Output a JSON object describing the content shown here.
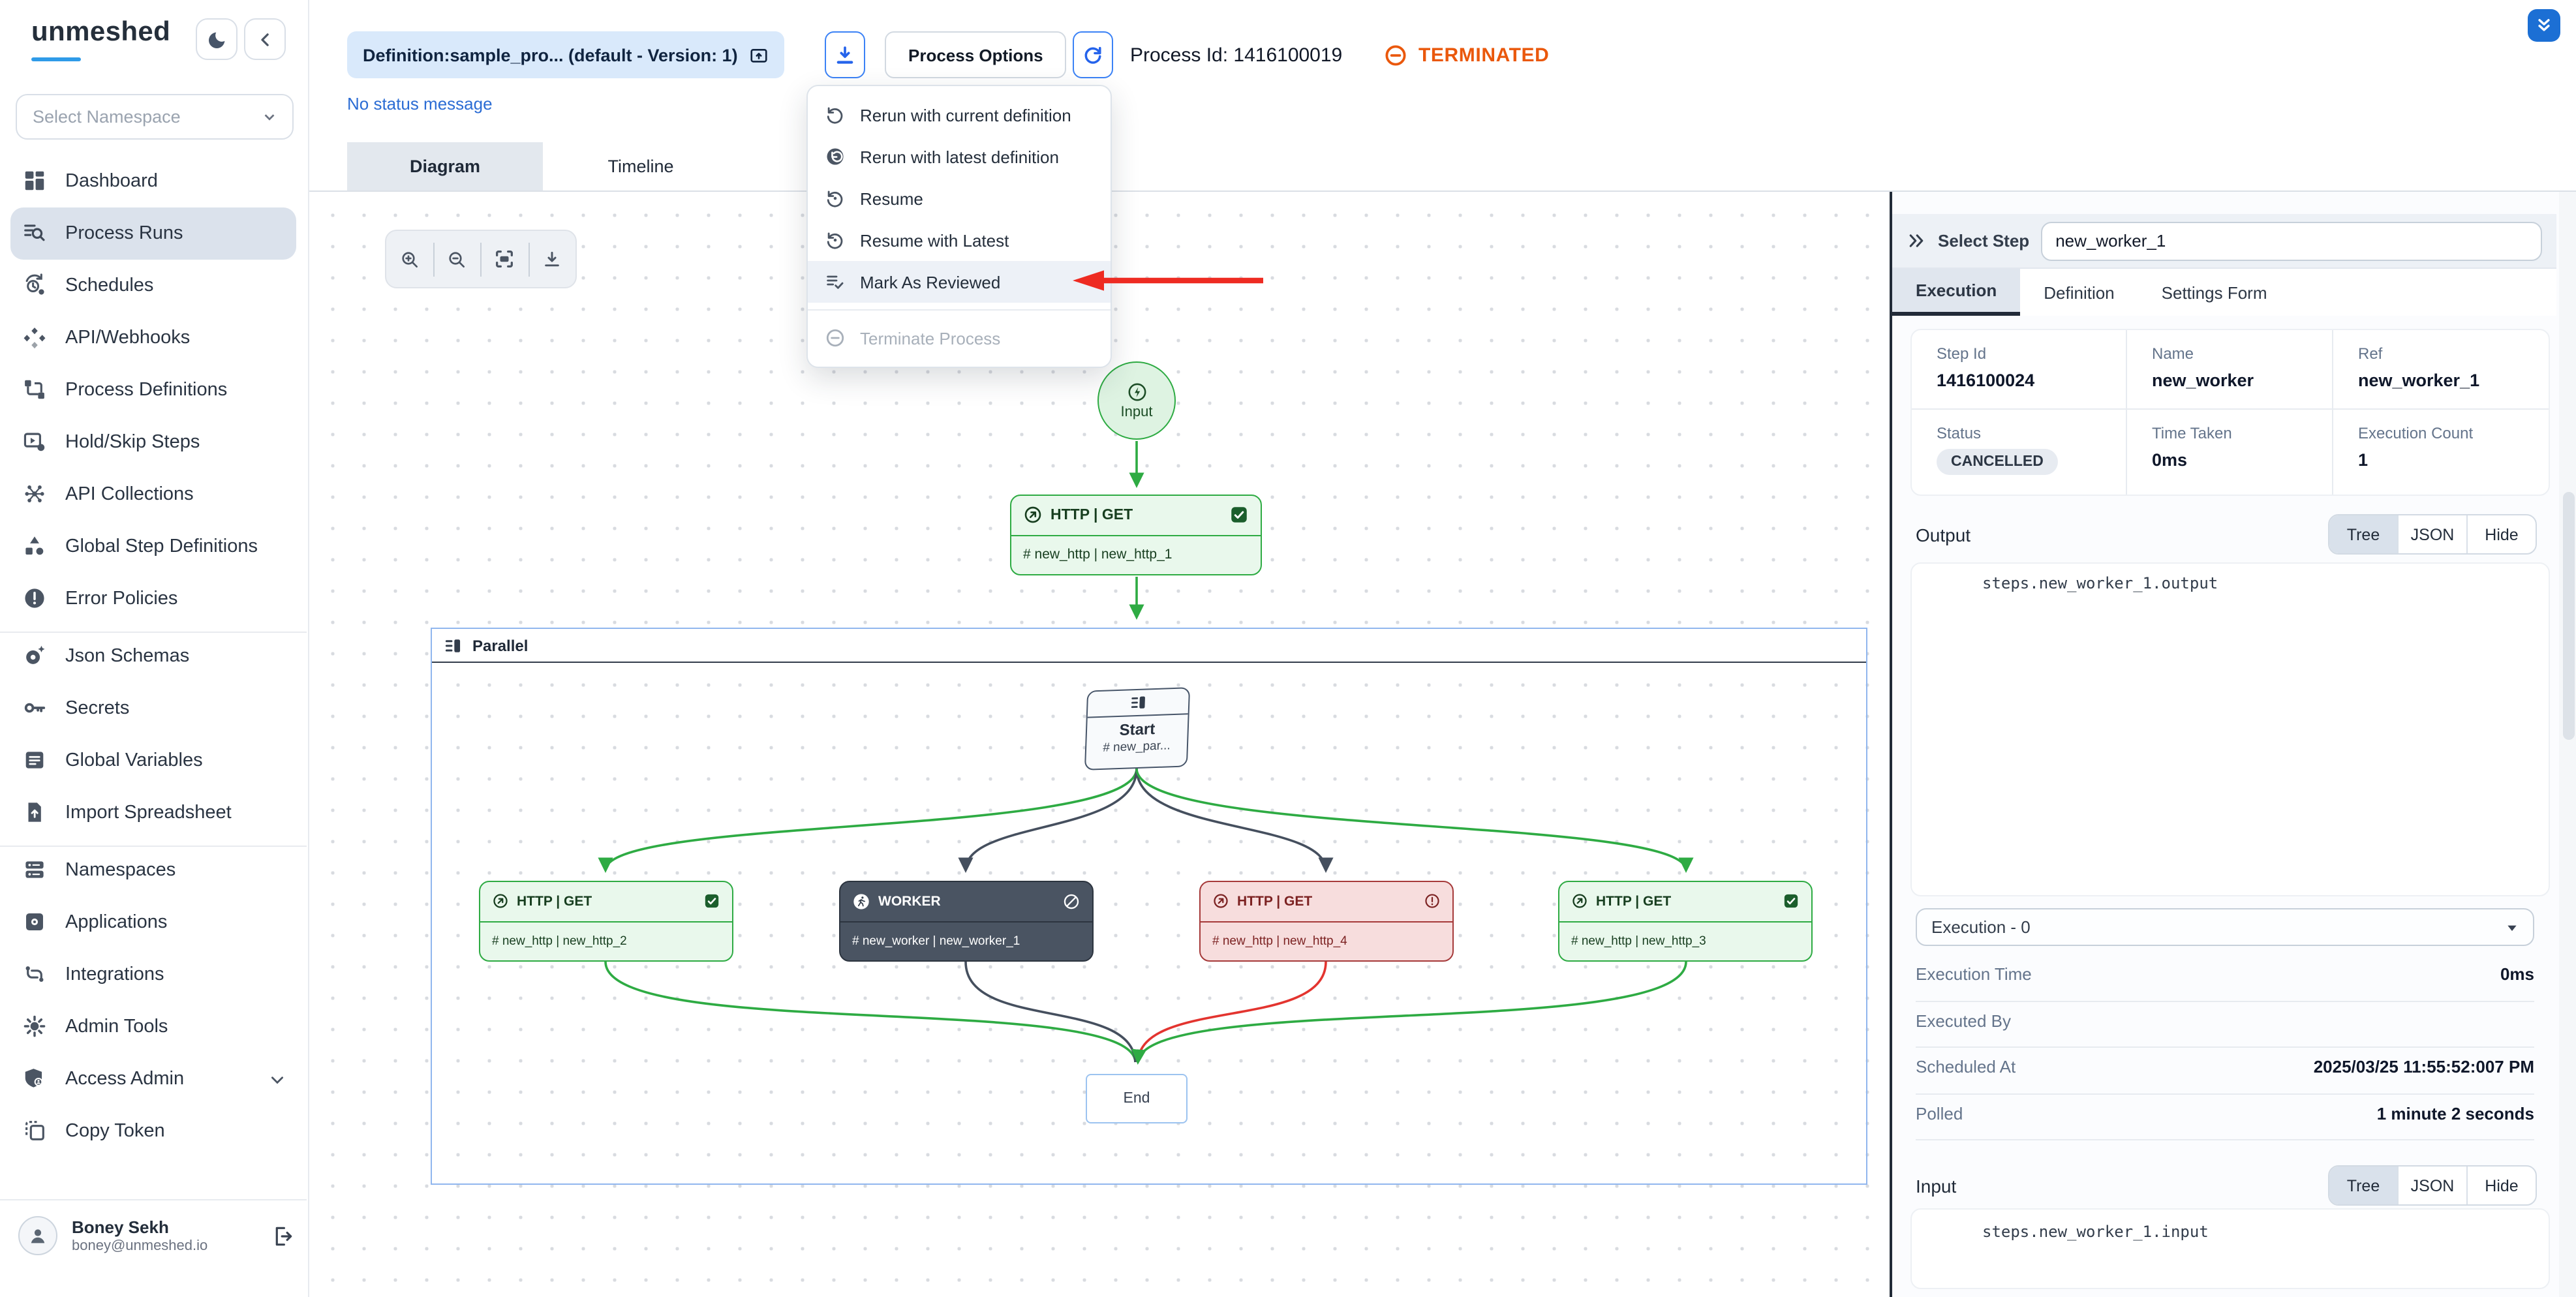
{
  "app": {
    "logo": "unmeshed"
  },
  "icons": {
    "theme-toggle": "moon",
    "sidebar-collapse": "chevron-left",
    "definition-open": "window-arrow-up",
    "rerun-trigger": "download-arrow",
    "refresh": "rotate-clockwise",
    "terminated-status": "circle-minus",
    "diagram-toolbar": [
      "zoom-in",
      "zoom-out",
      "fit-view",
      "download"
    ],
    "top-right-badge": "double-chevron-down"
  },
  "sidebar": {
    "namespace_placeholder": "Select Namespace",
    "nav1": [
      {
        "label": "Dashboard"
      },
      {
        "label": "Process Runs"
      },
      {
        "label": "Schedules"
      },
      {
        "label": "API/Webhooks"
      },
      {
        "label": "Process Definitions"
      },
      {
        "label": "Hold/Skip Steps"
      },
      {
        "label": "API Collections"
      },
      {
        "label": "Global Step Definitions"
      },
      {
        "label": "Error Policies"
      }
    ],
    "nav2": [
      {
        "label": "Json Schemas"
      },
      {
        "label": "Secrets"
      },
      {
        "label": "Global Variables"
      },
      {
        "label": "Import Spreadsheet"
      }
    ],
    "nav3": [
      {
        "label": "Namespaces"
      },
      {
        "label": "Applications"
      },
      {
        "label": "Integrations"
      },
      {
        "label": "Admin Tools"
      },
      {
        "label": "Access Admin"
      },
      {
        "label": "Copy Token"
      }
    ],
    "user": {
      "name": "Boney Sekh",
      "email": "boney@unmeshed.io"
    }
  },
  "topbar": {
    "definition": "Definition:sample_pro... (default - Version: 1)",
    "process_options": "Process Options",
    "process_id": "Process Id: 1416100019",
    "status": "TERMINATED",
    "status_message": "No status message"
  },
  "tabs": {
    "diagram": "Diagram",
    "timeline": "Timeline"
  },
  "menu": {
    "items": [
      {
        "label": "Rerun with current definition"
      },
      {
        "label": "Rerun with latest definition"
      },
      {
        "label": "Resume"
      },
      {
        "label": "Resume with Latest"
      },
      {
        "label": "Mark As Reviewed"
      },
      {
        "label": "Terminate Process"
      }
    ]
  },
  "diagram": {
    "input": "Input",
    "parallel": "Parallel",
    "start": {
      "title": "Start",
      "ref": "# new_par..."
    },
    "end": "End",
    "http1": {
      "title": "HTTP | GET",
      "ref": "# new_http | new_http_1"
    },
    "http2": {
      "title": "HTTP | GET",
      "ref": "# new_http | new_http_2"
    },
    "worker": {
      "title": "WORKER",
      "ref": "# new_worker | new_worker_1"
    },
    "http4": {
      "title": "HTTP | GET",
      "ref": "# new_http | new_http_4"
    },
    "http3": {
      "title": "HTTP | GET",
      "ref": "# new_http | new_http_3"
    }
  },
  "panel": {
    "select_step": "Select Step",
    "step_value": "new_worker_1",
    "tabs": [
      {
        "label": "Execution"
      },
      {
        "label": "Definition"
      },
      {
        "label": "Settings Form"
      }
    ],
    "details": {
      "step_id_label": "Step Id",
      "step_id": "1416100024",
      "name_label": "Name",
      "name": "new_worker",
      "ref_label": "Ref",
      "ref": "new_worker_1",
      "status_label": "Status",
      "status": "CANCELLED",
      "time_taken_label": "Time Taken",
      "time_taken": "0ms",
      "exec_count_label": "Execution Count",
      "exec_count": "1"
    },
    "viewer": [
      {
        "label": "Tree"
      },
      {
        "label": "JSON"
      },
      {
        "label": "Hide"
      }
    ],
    "output": {
      "label": "Output",
      "path": "steps.new_worker_1.output"
    },
    "execution_select": "Execution - 0",
    "rows": [
      {
        "label": "Execution Time",
        "value": "0ms"
      },
      {
        "label": "Executed By",
        "value": ""
      },
      {
        "label": "Scheduled At",
        "value": "2025/03/25 11:55:52:007 PM"
      },
      {
        "label": "Polled",
        "value": "1 minute 2 seconds"
      }
    ],
    "input": {
      "label": "Input",
      "path": "steps.new_worker_1.input"
    }
  },
  "colors": {
    "terminated": "#ea580c",
    "accent_blue": "#2563eb",
    "edge_green": "#2eab43",
    "edge_dark": "#454f5e",
    "edge_red": "#e3342f",
    "worker_bg": "#4a5462"
  }
}
